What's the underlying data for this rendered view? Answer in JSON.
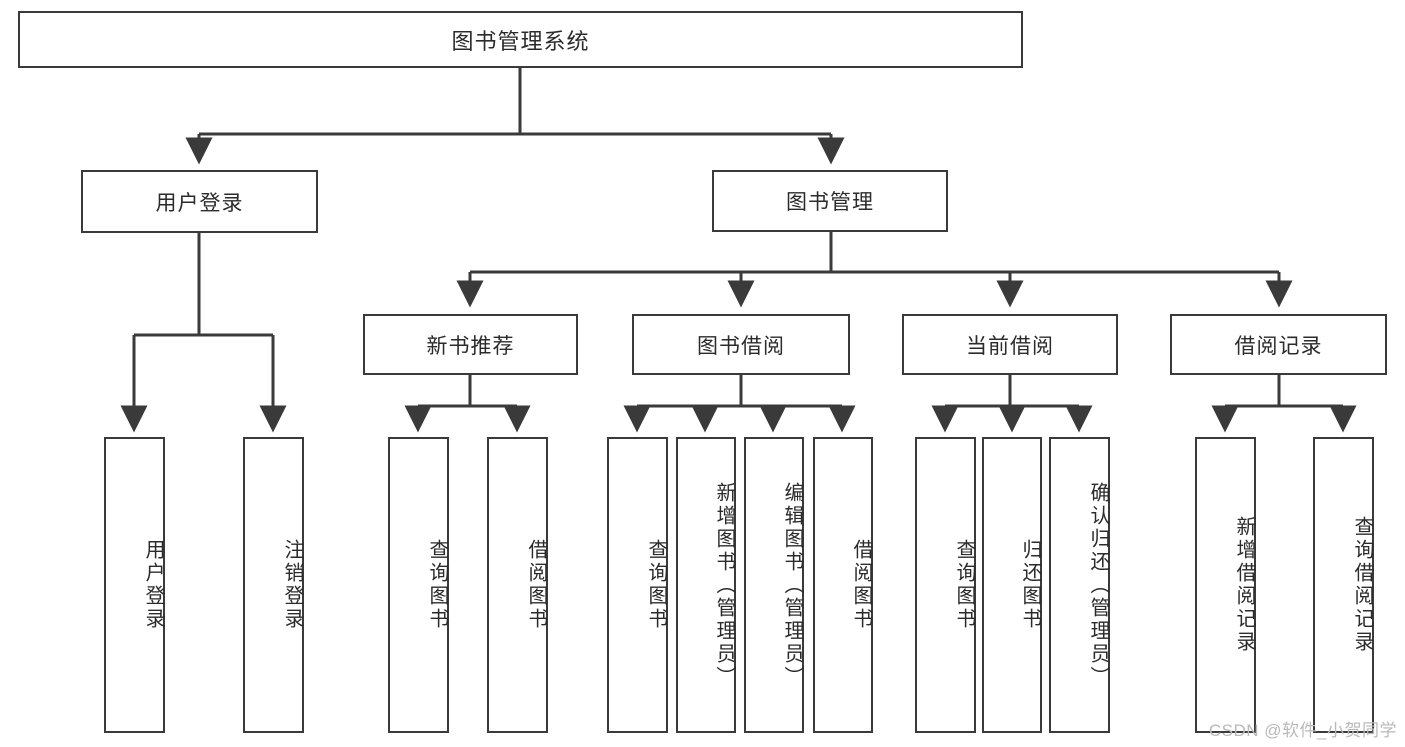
{
  "diagram": {
    "type": "tree-hierarchy",
    "title": "图书管理系统",
    "watermark": "CSDN @软件_小贺同学",
    "colors": {
      "stroke": "#3a3a3a",
      "fill": "#ffffff",
      "text": "#2b2b2b",
      "watermark": "#b9b9b9"
    },
    "root": {
      "label": "图书管理系统"
    },
    "level2": [
      {
        "id": "user-login",
        "label": "用户登录"
      },
      {
        "id": "book-manage",
        "label": "图书管理"
      }
    ],
    "level3": [
      {
        "id": "new-book-recommend",
        "label": "新书推荐",
        "parent": "book-manage"
      },
      {
        "id": "book-borrow",
        "label": "图书借阅",
        "parent": "book-manage"
      },
      {
        "id": "current-borrow",
        "label": "当前借阅",
        "parent": "book-manage"
      },
      {
        "id": "borrow-record",
        "label": "借阅记录",
        "parent": "book-manage"
      }
    ],
    "leaves": {
      "user-login": [
        {
          "id": "leaf-user-login",
          "label": "用户登录"
        },
        {
          "id": "leaf-user-logout",
          "label": "注销登录"
        }
      ],
      "new-book-recommend": [
        {
          "id": "leaf-query-book-1",
          "label": "查询图书"
        },
        {
          "id": "leaf-borrow-book-1",
          "label": "借阅图书"
        }
      ],
      "book-borrow": [
        {
          "id": "leaf-query-book-2",
          "label": "查询图书"
        },
        {
          "id": "leaf-add-book",
          "label": "新增图书（管理员）"
        },
        {
          "id": "leaf-edit-book",
          "label": "编辑图书（管理员）"
        },
        {
          "id": "leaf-borrow-book-2",
          "label": "借阅图书"
        }
      ],
      "current-borrow": [
        {
          "id": "leaf-query-book-3",
          "label": "查询图书"
        },
        {
          "id": "leaf-return-book",
          "label": "归还图书"
        },
        {
          "id": "leaf-confirm-return",
          "label": "确认归还（管理员）"
        }
      ],
      "borrow-record": [
        {
          "id": "leaf-add-record",
          "label": "新增借阅记录"
        },
        {
          "id": "leaf-query-record",
          "label": "查询借阅记录"
        }
      ]
    }
  }
}
